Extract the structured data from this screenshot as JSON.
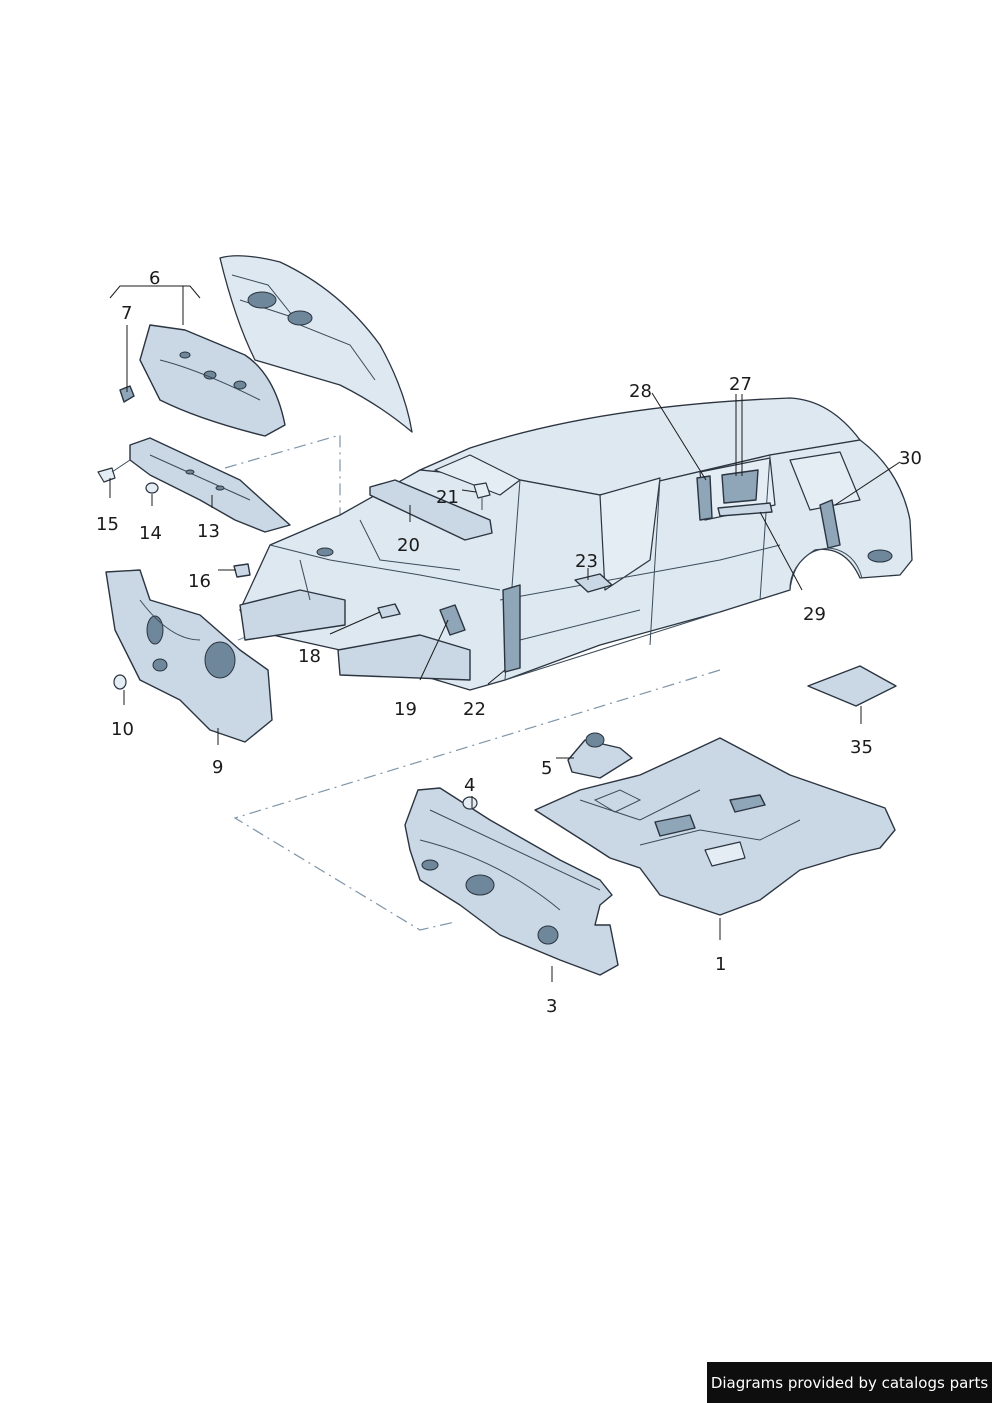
{
  "callouts": {
    "c1": "1",
    "c3": "3",
    "c4": "4",
    "c5": "5",
    "c6": "6",
    "c7": "7",
    "c9": "9",
    "c10": "10",
    "c13": "13",
    "c14": "14",
    "c15": "15",
    "c16": "16",
    "c18": "18",
    "c19": "19",
    "c20": "20",
    "c21": "21",
    "c22": "22",
    "c23": "23",
    "c27": "27",
    "c28": "28",
    "c29": "29",
    "c30": "30",
    "c35": "35"
  },
  "footer": {
    "credit": "Diagrams provided by catalogs parts"
  },
  "colors": {
    "part_fill": "#c9d8e4",
    "part_dark": "#8fa6b8",
    "outline": "#2b3440",
    "phantom_line": "#7f95a8",
    "footer_bg": "#0e0e0e"
  }
}
